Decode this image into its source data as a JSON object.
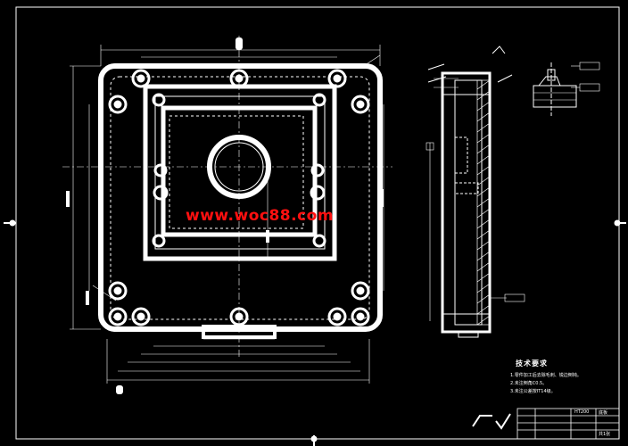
{
  "watermark": "www.woc88.com",
  "tech_title": "技术要求",
  "tech_notes": [
    "1.零件加工后去除毛刺、锐边倒钝。",
    "2.未注倒角C0.5。",
    "3.未注公差按IT14级。"
  ],
  "title_block": {
    "part_name": "底板",
    "material": "HT200",
    "sheet": "共1张"
  },
  "colors": {
    "background": "#000000",
    "lines": "#ffffff",
    "dimension_lines": "#ffffff",
    "watermark": "#ff1010"
  },
  "icons": [
    "checkmark-icon",
    "surface-finish-icon",
    "datum-icon"
  ]
}
